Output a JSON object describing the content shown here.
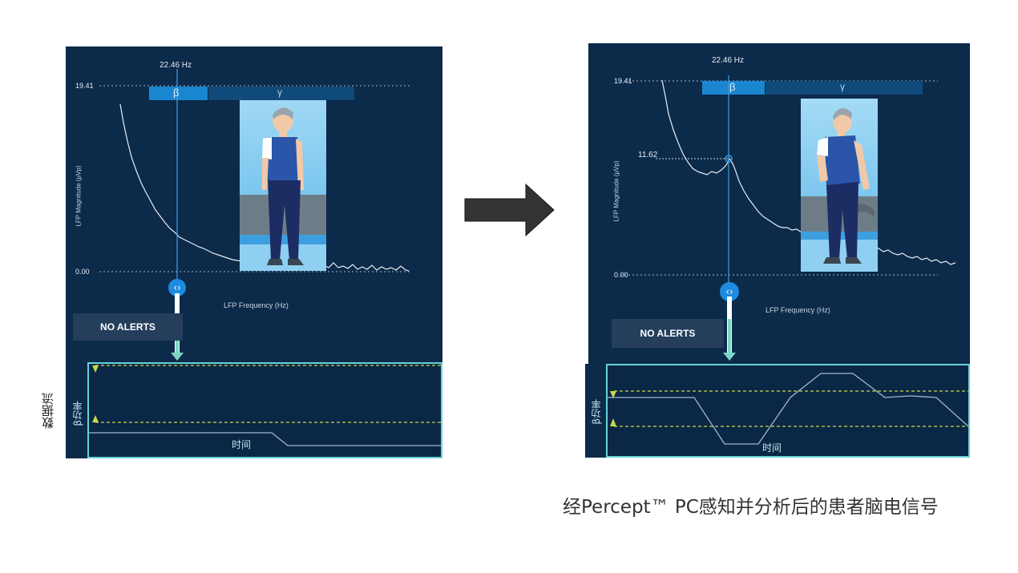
{
  "left": {
    "freq_label": "22.46 Hz",
    "y_max": "19.41",
    "y_min": "0.00",
    "x_axis": "LFP Frequency (Hz)",
    "y_axis": "LFP Magnitude (μVp)",
    "band_beta": "β",
    "band_gamma": "γ",
    "alerts": "NO ALERTS",
    "stream_ylabel": "β功率",
    "stream_xlabel": "时间",
    "handle": "‹›"
  },
  "right": {
    "freq_label": "22.46 Hz",
    "y_max": "19.41",
    "y_min": "0.00",
    "peak_value": "11.62",
    "x_axis": "LFP Frequency (Hz)",
    "y_axis": "LFP Magnitude (μVp)",
    "band_beta": "β",
    "band_gamma": "γ",
    "alerts": "NO ALERTS",
    "stream_ylabel": "β功率",
    "stream_xlabel": "时间",
    "handle": "‹›"
  },
  "side_label": "数据流",
  "caption": "经Percept™ PC感知并分析后的患者脑电信号",
  "colors": {
    "panel": "#0c2a4a",
    "beta_band": "#1a86d0",
    "gamma_band": "#0f4a7a",
    "cursor": "#3aa0e6",
    "stream_border": "#66d2d6",
    "threshold": "#c8d84a",
    "arrow": "#333333"
  },
  "icons": [
    "drag-handle-icon",
    "down-arrow-icon",
    "right-arrow-icon",
    "threshold-marker-icon"
  ]
}
